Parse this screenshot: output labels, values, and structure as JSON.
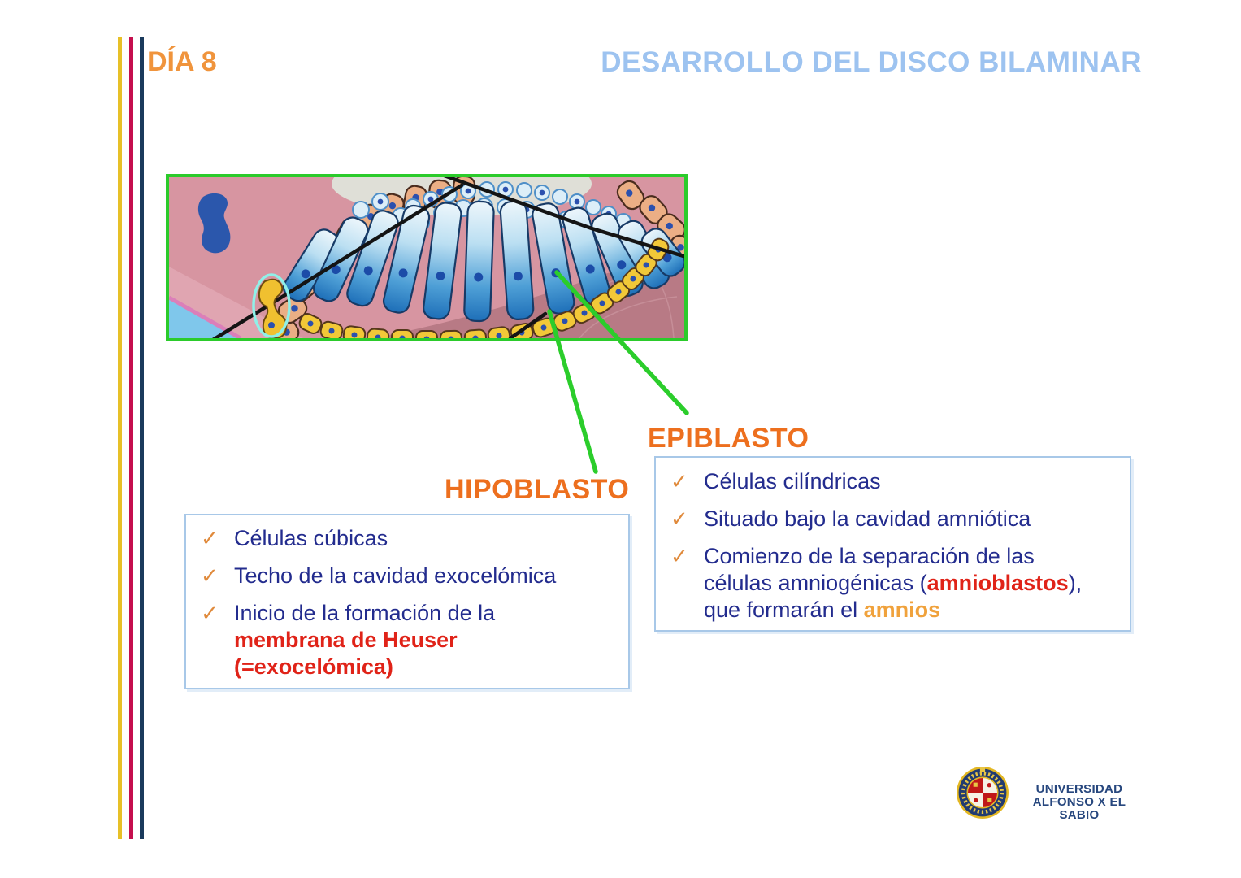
{
  "slide": {
    "day_label": "DÍA 8",
    "title": "DESARROLLO DEL DISCO BILAMINAR"
  },
  "bullets": {
    "glyph": "✓"
  },
  "epiblasto": {
    "heading": "EPIBLASTO",
    "items": [
      {
        "segments": [
          {
            "text": "Células cilíndricas",
            "style": "navy"
          }
        ]
      },
      {
        "segments": [
          {
            "text": "Situado bajo la cavidad amniótica",
            "style": "navy"
          }
        ]
      },
      {
        "segments": [
          {
            "text": "Comienzo de la separación de las\ncélulas amniogénicas (",
            "style": "navy"
          },
          {
            "text": "amnioblastos",
            "style": "red-bold"
          },
          {
            "text": "),\nque formarán el ",
            "style": "navy"
          },
          {
            "text": "amnios",
            "style": "orange-bold"
          }
        ]
      }
    ]
  },
  "hipoblasto": {
    "heading": "HIPOBLASTO",
    "items": [
      {
        "segments": [
          {
            "text": "Células cúbicas",
            "style": "navy"
          }
        ]
      },
      {
        "segments": [
          {
            "text": "Techo de la cavidad exocelómica",
            "style": "navy"
          }
        ]
      },
      {
        "segments": [
          {
            "text": "Inicio de la formación de la\n",
            "style": "navy"
          },
          {
            "text": "membrana de Heuser\n(=exocelómica)",
            "style": "red-bold"
          }
        ]
      }
    ]
  },
  "footer": {
    "university_line1": "UNIVERSIDAD",
    "university_line2": "ALFONSO X EL SABIO"
  },
  "colors": {
    "day_orange": "#F0943C",
    "title_blue": "#9DC3F0",
    "heading_orange": "#ED6F1E",
    "body_navy": "#232C8E",
    "emphasis_red": "#E02318",
    "emphasis_orange": "#F0A23C",
    "box_border_blue": "#A8C8E8",
    "figure_border_green": "#2BCB2B",
    "annotation_green": "#2BCD2B",
    "highlight_cyan": "#8FF0E8",
    "stripe_gold": "#E7C028",
    "stripe_crimson": "#C50F4E",
    "stripe_navy": "#1A3A5C"
  }
}
